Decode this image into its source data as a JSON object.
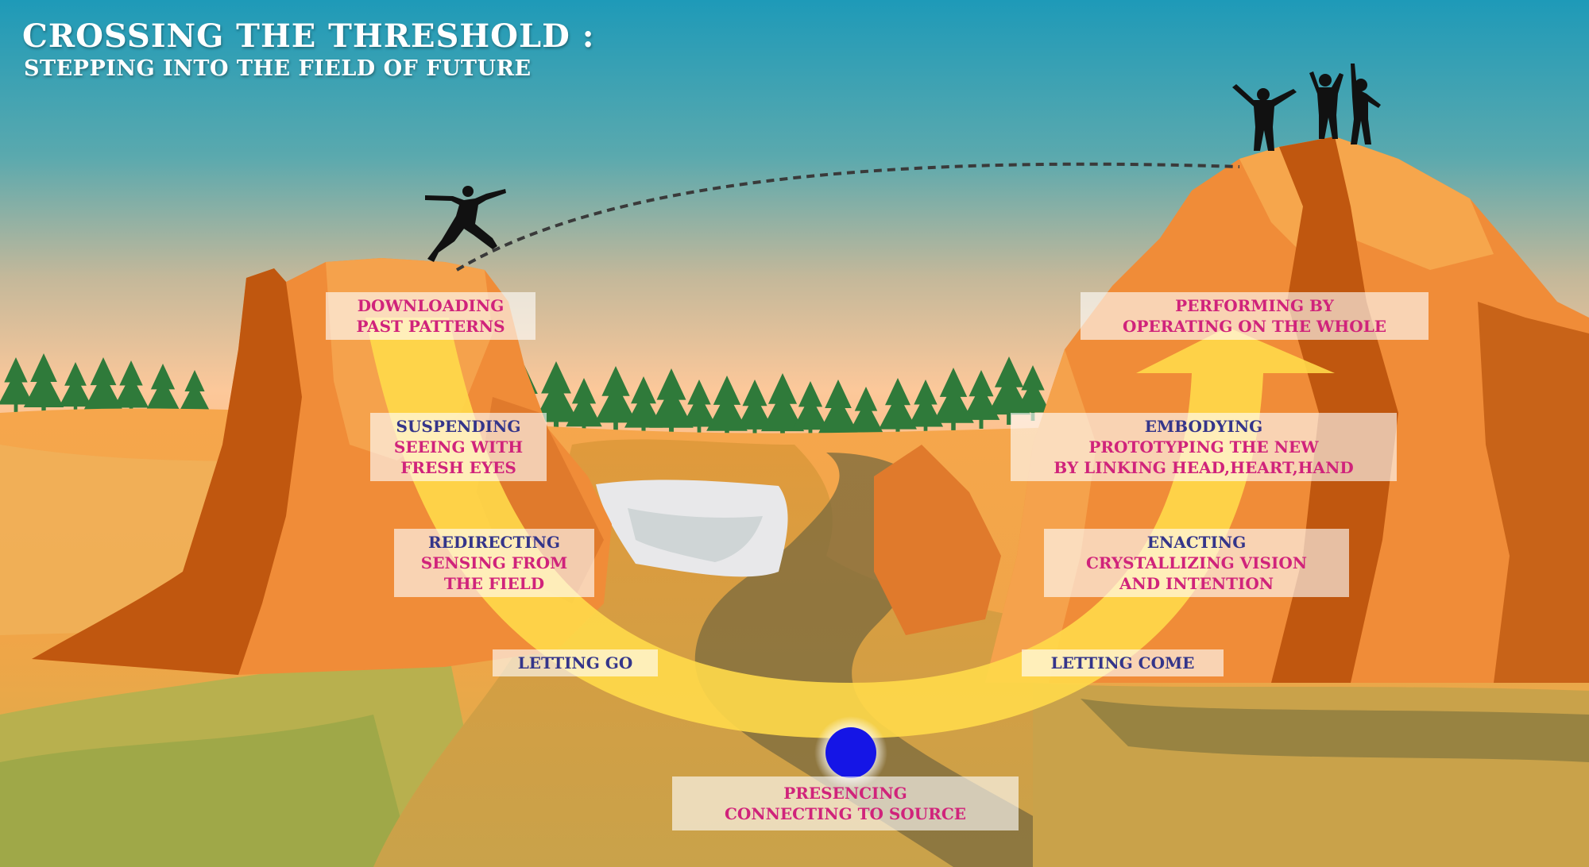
{
  "title": {
    "main": "CROSSING THE THRESHOLD :",
    "sub": "STEPPING INTO THE FIELD OF FUTURE"
  },
  "left_labels": {
    "downloading": {
      "line1": "DOWNLOADING",
      "line2": "PAST PATTERNS"
    },
    "suspending": {
      "head": "SUSPENDING",
      "line1": "SEEING WITH",
      "line2": "FRESH EYES"
    },
    "redirecting": {
      "head": "REDIRECTING",
      "line1": "SENSING FROM",
      "line2": "THE FIELD"
    },
    "letting_go": "LETTING GO"
  },
  "right_labels": {
    "performing": {
      "line1": "PERFORMING BY",
      "line2": "OPERATING ON THE WHOLE"
    },
    "embodying": {
      "head": "EMBODYING",
      "line1": "PROTOTYPING THE NEW",
      "line2": "BY LINKING HEAD,HEART,HAND"
    },
    "enacting": {
      "head": "ENACTING",
      "line1": "CRYSTALLIZING VISION",
      "line2": "AND INTENTION"
    },
    "letting_come": "LETTING COME"
  },
  "bottom_label": {
    "line1": "PRESENCING",
    "line2": "CONNECTING TO SOURCE"
  },
  "colors": {
    "sky_top": "#1e9ab8",
    "sky_horizon": "#fcc89a",
    "arrow": "#ffd94a",
    "rock_light": "#f4a24a",
    "rock_dark": "#c0570f",
    "source_dot": "#1515e6",
    "label_pink": "#d0237b",
    "label_navy": "#34358a"
  }
}
